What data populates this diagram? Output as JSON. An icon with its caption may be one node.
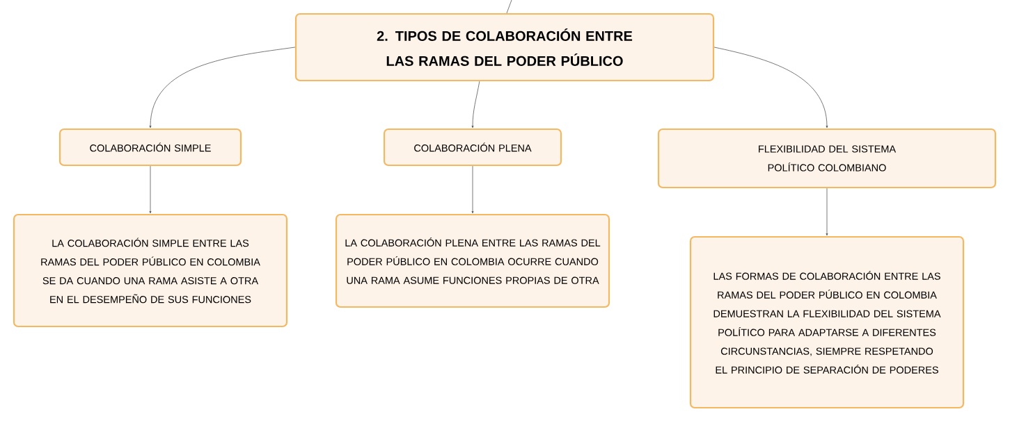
{
  "diagram": {
    "nodes": [
      {
        "text": [
          "2. TIPOS DE COLABORACIÓN ENTRE LAS RAMAS DEL PODER PÚBLICO"
        ]
      },
      {
        "text": [
          "COLABORACIÓN SIMPLE"
        ]
      },
      {
        "text": [
          "COLABORACIÓN PLENA"
        ]
      },
      {
        "text": [
          "FLEXIBILIDAD DEL SISTEMA POLÍTICO COLOMBIANO"
        ]
      },
      {
        "text": [
          "LA COLABORACIÓN SIMPLE ENTRE LAS RAMAS DEL PODER PÚBLICO EN COLOMBIA SE DA CUANDO UNA RAMA ASISTE A OTRA EN EL DESEMPEÑO DE SUS FUNCIONES"
        ]
      },
      {
        "text": [
          "LA COLABORACIÓN PLENA ENTRE LAS RAMAS DEL PODER PÚBLICO EN COLOMBIA OCURRE CUANDO UNA RAMA ASUME FUNCIONES PROPIAS DE OTRA"
        ]
      },
      {
        "text": [
          "LAS FORMAS DE COLABORACIÓN ENTRE LAS RAMAS DEL PODER PÚBLICO EN COLOMBIA DEMUESTRAN LA FLEXIBILIDAD DEL SISTEMA POLÍTICO PARA ADAPTARSE A DIFERENTES CIRCUNSTANCIAS, SIEMPRE RESPETANDO EL PRINCIPIO DE SEPARACIÓN DE PODERES"
        ]
      }
    ],
    "edges": [
      {
        "from": null,
        "to": 0,
        "arrow": "none"
      },
      {
        "from": 0,
        "to": 1,
        "arrow": "to"
      },
      {
        "from": 0,
        "to": 2,
        "arrow": "to"
      },
      {
        "from": 0,
        "to": 3,
        "arrow": "to"
      },
      {
        "from": 1,
        "to": 4,
        "arrow": "to"
      },
      {
        "from": 2,
        "to": 5,
        "arrow": "to"
      },
      {
        "from": 3,
        "to": 6,
        "arrow": "to"
      }
    ]
  }
}
